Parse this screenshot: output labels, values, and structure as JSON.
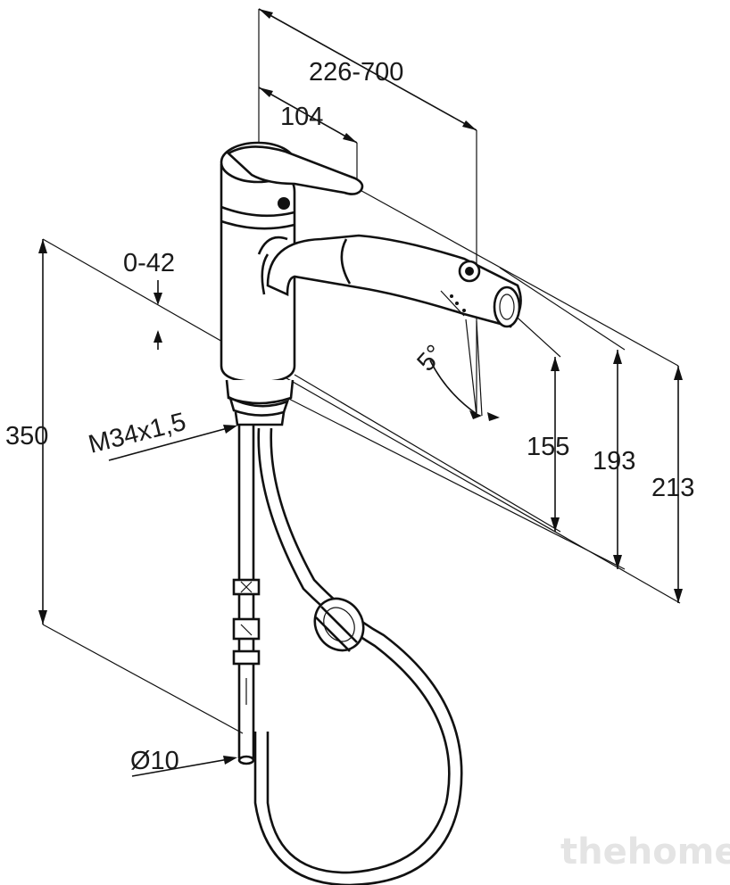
{
  "dimensions": {
    "reach": "226-700",
    "lever_reach": "104",
    "swivel": "0-42",
    "total_height": "350",
    "thread": "M34x1,5",
    "hose_diameter": "Ø10",
    "angle": "5°",
    "outlet_height": "155",
    "spout_height": "193",
    "overall_height": "213"
  },
  "watermark": "thehome",
  "colors": {
    "line": "#111111",
    "background": "#ffffff",
    "watermark": "#e4e4e4"
  }
}
